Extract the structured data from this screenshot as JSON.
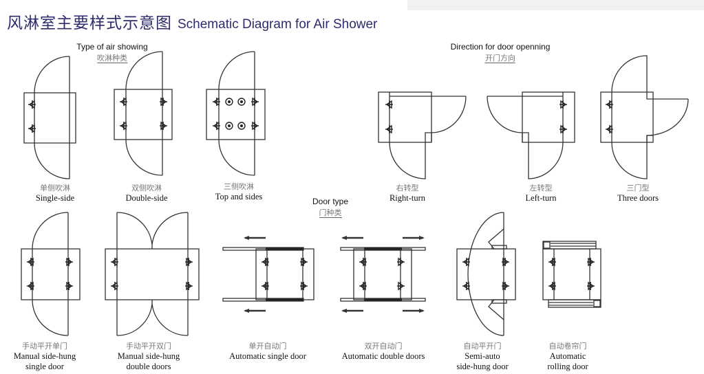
{
  "header": {
    "title_zh": "风淋室主要样式示意图",
    "title_en": "Schematic Diagram for Air Shower"
  },
  "sections": {
    "air": {
      "en": "Type of air showing",
      "zh": "吹淋种类"
    },
    "direction": {
      "en": "Direction for door openning",
      "zh": "开门方向"
    },
    "door": {
      "en": "Door type",
      "zh": "门种类"
    }
  },
  "air_types": [
    {
      "zh": "单侧吹淋",
      "en": "Single-side"
    },
    {
      "zh": "双侧吹淋",
      "en": "Double-side"
    },
    {
      "zh": "三侧吹淋",
      "en": "Top and sides"
    }
  ],
  "directions": [
    {
      "zh": "右转型",
      "en": "Right-turn"
    },
    {
      "zh": "左转型",
      "en": "Left-turn"
    },
    {
      "zh": "三门型",
      "en": "Three doors"
    }
  ],
  "door_types": [
    {
      "zh": "手动平开单门",
      "en1": "Manual side-hung",
      "en2": "single door"
    },
    {
      "zh": "手动平开双门",
      "en1": "Manual side-hung",
      "en2": "double doors"
    },
    {
      "zh": "单开自动门",
      "en1": "Automatic single door",
      "en2": ""
    },
    {
      "zh": "双开自动门",
      "en1": "Automatic double doors",
      "en2": ""
    },
    {
      "zh": "自动平开门",
      "en1": "Semi-auto",
      "en2": "side-hung door"
    },
    {
      "zh": "自动卷帘门",
      "en1": "Automatic",
      "en2": "rolling door"
    }
  ]
}
